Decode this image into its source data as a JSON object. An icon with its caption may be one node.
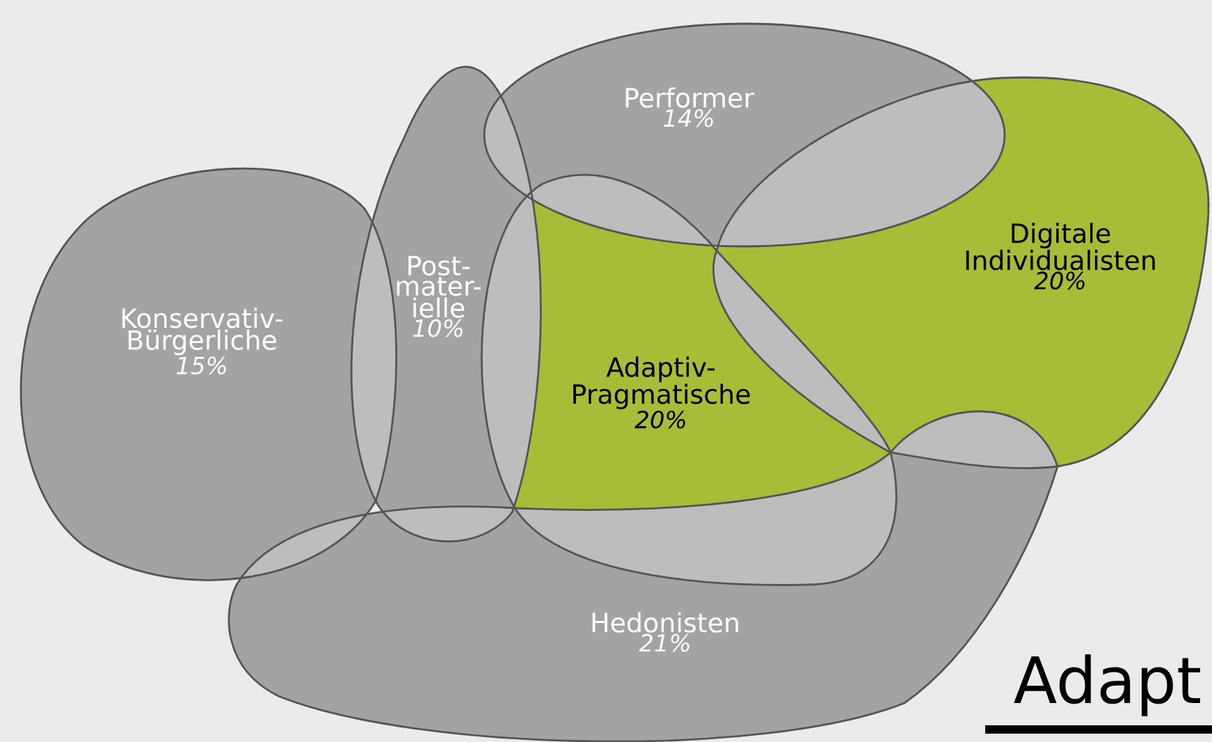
{
  "diagram": {
    "nodes": [
      {
        "text": [
          "Konservativ- Bürgerliche",
          "15%"
        ]
      },
      {
        "text": [
          "Post- mater- ielle",
          "10%"
        ]
      },
      {
        "text": [
          "Performer",
          "14%"
        ]
      },
      {
        "text": [
          "Adaptiv- Pragmatische",
          "20%"
        ]
      },
      {
        "text": [
          "Digitale Individualisten",
          "20%"
        ]
      },
      {
        "text": [
          "Hedonisten",
          "21%"
        ]
      }
    ],
    "labels": [
      "Adapt"
    ]
  }
}
